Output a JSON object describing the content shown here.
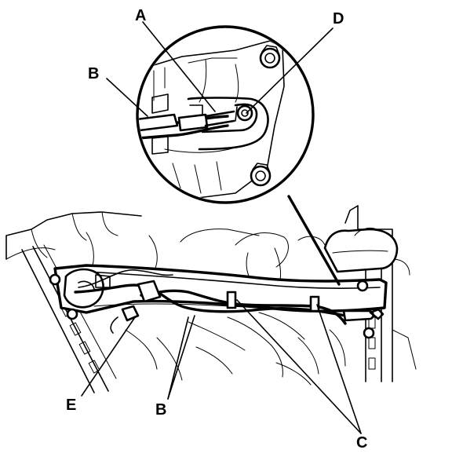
{
  "labels": {
    "a": "A",
    "b_detail": "B",
    "d": "D",
    "e": "E",
    "b_main": "B",
    "c": "C"
  },
  "colors": {
    "ink": "#000000",
    "paper": "#ffffff"
  }
}
